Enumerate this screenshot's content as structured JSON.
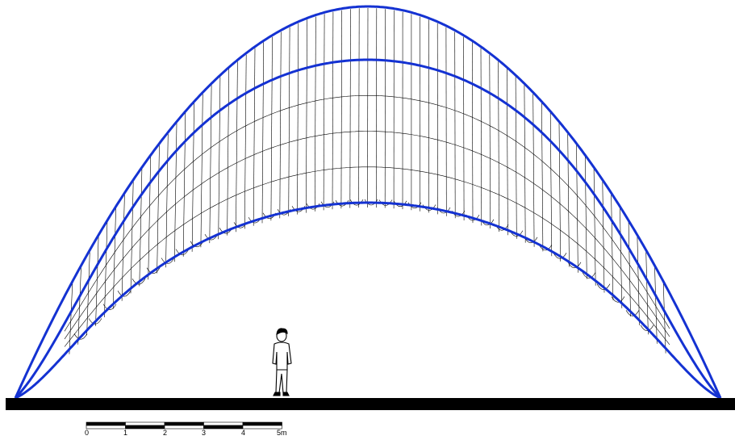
{
  "diagram": {
    "colors": {
      "arch_lines": "#1432d2",
      "mesh": "#000000",
      "ground": "#000000",
      "background": "#ffffff"
    },
    "scale_bar": {
      "labels": [
        "0",
        "1",
        "2",
        "3",
        "4",
        "5m"
      ]
    }
  }
}
